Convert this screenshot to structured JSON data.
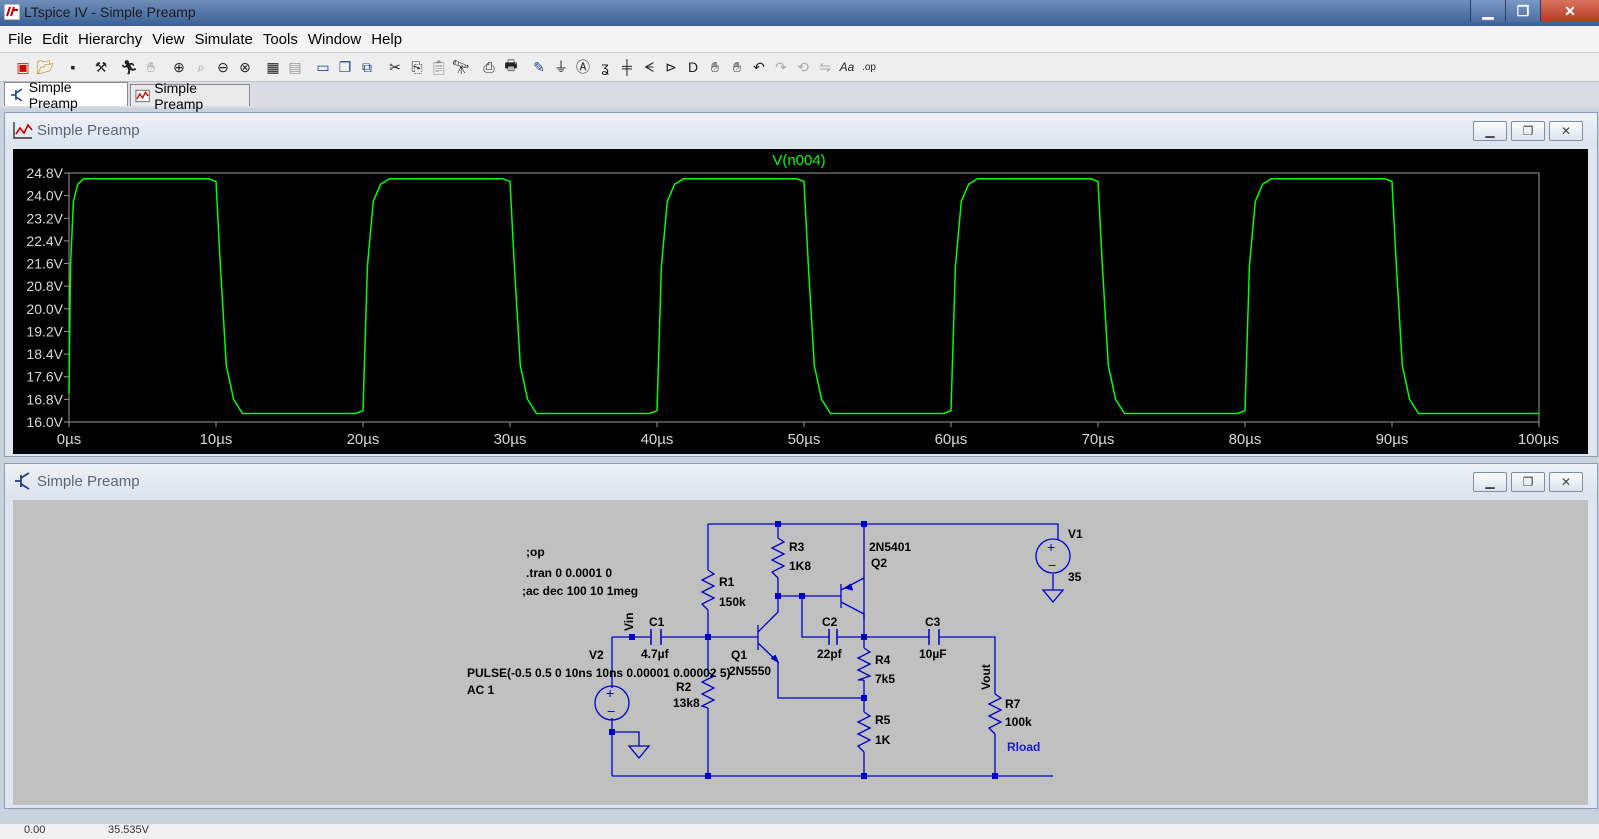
{
  "window": {
    "title": "LTspice IV - Simple Preamp"
  },
  "menu": [
    "File",
    "Edit",
    "Hierarchy",
    "View",
    "Simulate",
    "Tools",
    "Window",
    "Help"
  ],
  "tabs": [
    {
      "label": "Simple Preamp",
      "kind": "schematic"
    },
    {
      "label": "Simple Preamp",
      "kind": "waveform"
    }
  ],
  "waveform_window": {
    "title": "Simple Preamp"
  },
  "schematic_window": {
    "title": "Simple Preamp"
  },
  "chart_data": {
    "type": "line",
    "title": "V(n004)",
    "xlabel": "",
    "ylabel": "",
    "xlim": [
      0,
      100
    ],
    "ylim": [
      16.0,
      24.8
    ],
    "x_ticks": [
      "0µs",
      "10µs",
      "20µs",
      "30µs",
      "40µs",
      "50µs",
      "60µs",
      "70µs",
      "80µs",
      "90µs",
      "100µs"
    ],
    "y_ticks": [
      "24.8V",
      "24.0V",
      "23.2V",
      "22.4V",
      "21.6V",
      "20.8V",
      "20.0V",
      "19.2V",
      "18.4V",
      "17.6V",
      "16.8V",
      "16.0V"
    ],
    "grid": false,
    "series": [
      {
        "name": "V(n004)",
        "color": "#00ff00",
        "x": [
          0,
          0.1,
          0.3,
          0.6,
          1.0,
          9.5,
          10.0,
          10.3,
          10.7,
          11.2,
          11.8,
          19.5,
          20.0,
          20.3,
          20.7,
          21.2,
          21.8,
          29.5,
          30.0,
          30.3,
          30.7,
          31.2,
          31.8,
          39.5,
          40.0,
          40.3,
          40.7,
          41.2,
          41.8,
          49.5,
          50.0,
          50.3,
          50.7,
          51.2,
          51.8,
          59.5,
          60.0,
          60.3,
          60.7,
          61.2,
          61.8,
          69.5,
          70.0,
          70.3,
          70.7,
          71.2,
          71.8,
          79.5,
          80.0,
          80.3,
          80.7,
          81.2,
          81.8,
          89.5,
          90.0,
          90.3,
          90.7,
          91.2,
          91.8,
          100
        ],
        "y": [
          17.0,
          21.5,
          23.8,
          24.4,
          24.6,
          24.6,
          24.5,
          21.5,
          18.0,
          16.8,
          16.3,
          16.3,
          16.4,
          21.5,
          23.8,
          24.4,
          24.6,
          24.6,
          24.5,
          21.5,
          18.0,
          16.8,
          16.3,
          16.3,
          16.4,
          21.5,
          23.8,
          24.4,
          24.6,
          24.6,
          24.5,
          21.5,
          18.0,
          16.8,
          16.3,
          16.3,
          16.4,
          21.5,
          23.8,
          24.4,
          24.6,
          24.6,
          24.5,
          21.5,
          18.0,
          16.8,
          16.3,
          16.3,
          16.4,
          21.5,
          23.8,
          24.4,
          24.6,
          24.6,
          24.5,
          21.5,
          18.0,
          16.8,
          16.3,
          16.3
        ]
      }
    ]
  },
  "schematic": {
    "directives": [
      ";op",
      ".tran 0 0.0001 0",
      ";ac dec 100 10 1meg"
    ],
    "components": {
      "R1": {
        "name": "R1",
        "value": "150k"
      },
      "R2": {
        "name": "R2",
        "value": "13k8"
      },
      "R3": {
        "name": "R3",
        "value": "1K8"
      },
      "R4": {
        "name": "R4",
        "value": "7k5"
      },
      "R5": {
        "name": "R5",
        "value": "1K"
      },
      "R7": {
        "name": "R7",
        "value": "100k"
      },
      "C1": {
        "name": "C1",
        "value": "4.7µf"
      },
      "C2": {
        "name": "C2",
        "value": "22pf"
      },
      "C3": {
        "name": "C3",
        "value": "10µF"
      },
      "Q1": {
        "name": "Q1",
        "value": "2N5550"
      },
      "Q2": {
        "name": "Q2",
        "value": "2N5401"
      },
      "V1": {
        "name": "V1",
        "value": "35"
      },
      "V2": {
        "name": "V2",
        "value": "PULSE(-0.5 0.5 0 10ns 10ns 0.00001 0.00002 5)",
        "value2": "AC 1"
      }
    },
    "net_labels": {
      "vin": "Vin",
      "vout": "Vout",
      "rload": "Rload"
    }
  },
  "status": {
    "left": "0.00",
    "right": "35.535V"
  },
  "colors": {
    "trace": "#00ff00",
    "plot_bg": "#000000",
    "schematic_bg": "#c0c0c0",
    "wire": "#0000c8",
    "label_blue": "#1a1acc"
  }
}
